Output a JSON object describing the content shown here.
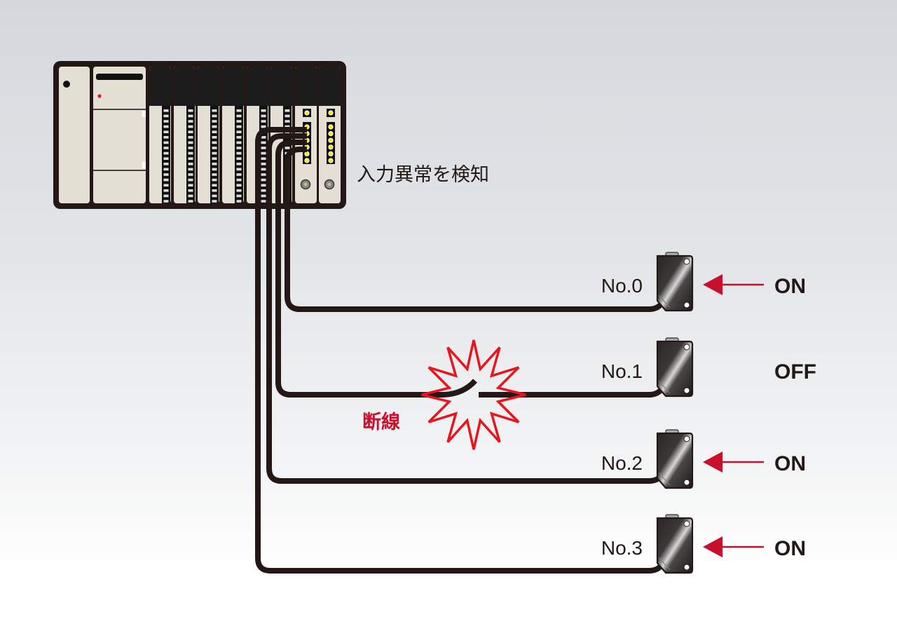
{
  "title": "入力異常を検知",
  "break_label": "断線",
  "colors": {
    "accent_red": "#c8102e",
    "cable": "#231815",
    "module_body": "#e3dfd5",
    "module_head": "#1c1c1c",
    "led": "#f5e614"
  },
  "plc": {
    "module_count": 10,
    "io_card_modules": 6,
    "led_modules": 2
  },
  "sensors": [
    {
      "id": "No.0",
      "state": "ON",
      "light_arrow": true,
      "cable_broken": false
    },
    {
      "id": "No.1",
      "state": "OFF",
      "light_arrow": false,
      "cable_broken": true
    },
    {
      "id": "No.2",
      "state": "ON",
      "light_arrow": true,
      "cable_broken": false
    },
    {
      "id": "No.3",
      "state": "ON",
      "light_arrow": true,
      "cable_broken": false
    }
  ]
}
